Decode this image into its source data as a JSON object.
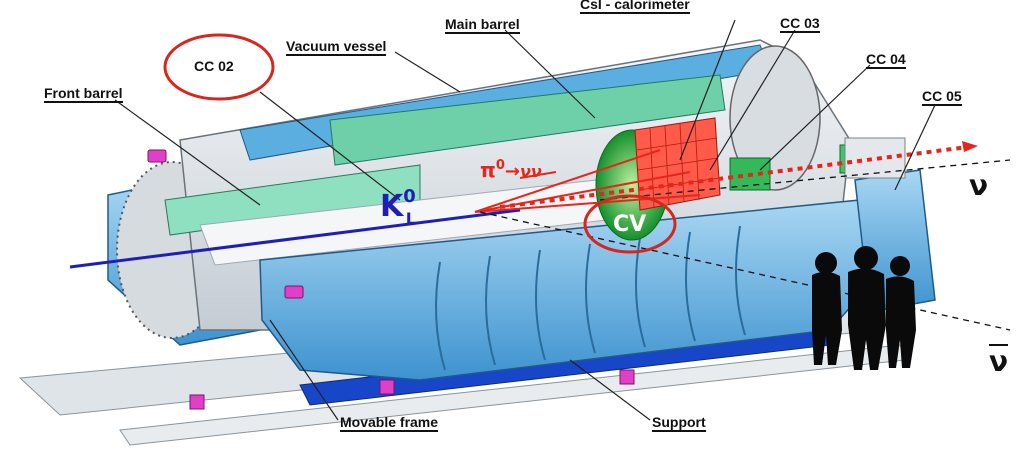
{
  "labels": {
    "csi_calorimeter": "CsI - calorimeter",
    "main_barrel": "Main barrel",
    "cc03": "CC 03",
    "cc04": "CC 04",
    "cc05": "CC 05",
    "cc02": "CC 02",
    "vacuum_vessel": "Vacuum vessel",
    "front_barrel": "Front barrel",
    "movable_frame": "Movable frame",
    "support": "Support",
    "cv": "CV"
  },
  "physics": {
    "kaon_base": "K",
    "kaon_sup": "0",
    "kaon_sub": "L",
    "pion_base": "π",
    "pion_sup": "0",
    "pion_arrow": "→",
    "pion_products": "νν",
    "nu": "ν",
    "nubar": "ν"
  },
  "colors": {
    "beam": "#1f1fb8",
    "decay": "#e8251a",
    "highlight_ring": "#d7261e",
    "vessel_blue": "#4ea6dc",
    "barrel_green": "#58c8a0",
    "calorimeter_green": "#1fa33a"
  }
}
